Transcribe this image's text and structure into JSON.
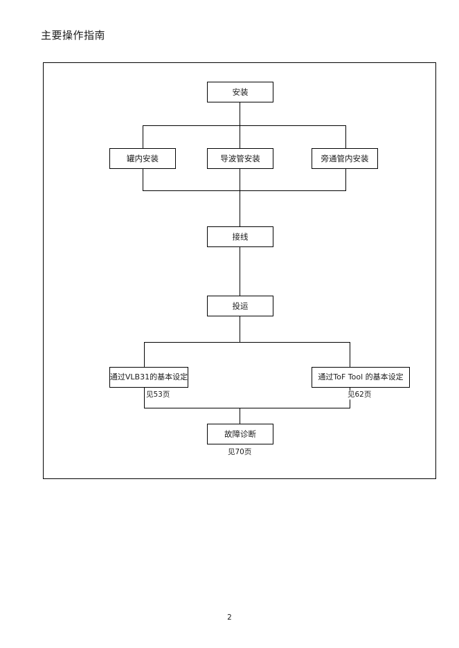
{
  "document": {
    "title": "主要操作指南",
    "page_number": "2"
  },
  "flowchart": {
    "nodes": {
      "install": "安装",
      "in_tank_install": "罐内安装",
      "waveguide_install": "导波管安装",
      "bypass_install": "旁通管内安装",
      "wiring": "接线",
      "commissioning": "投运",
      "setup_vlb31": "通过VLB31的基本设定",
      "setup_toftool": "通过ToF Tool 的基本设定",
      "fault_diagnosis": "故障诊断"
    },
    "page_refs": {
      "vlb31": "见53页",
      "toftool": "见62页",
      "diagnosis": "见70页"
    }
  },
  "style": {
    "line_color": "#000000",
    "text_color": "#1a1a1a",
    "background": "#ffffff"
  }
}
